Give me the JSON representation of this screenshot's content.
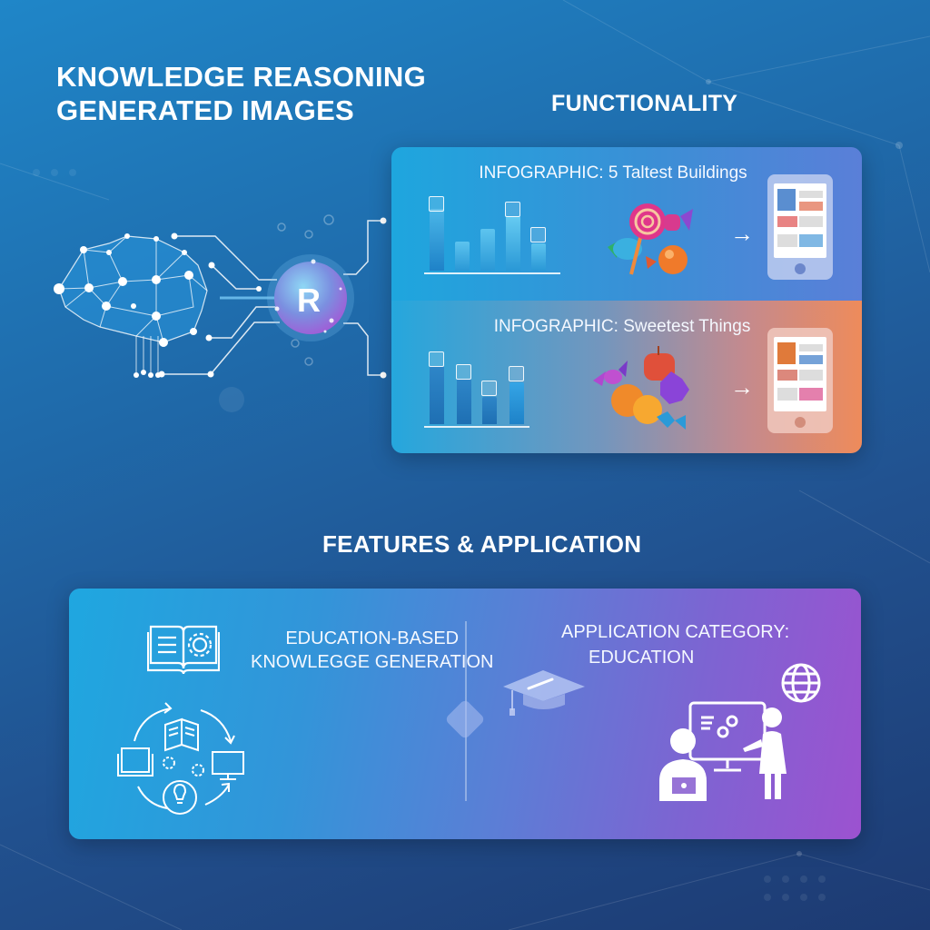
{
  "header": {
    "title_line1": "KNOWLEDGE REASONING",
    "title_line2": "GENERATED IMAGES"
  },
  "functionality": {
    "title": "FUNCTIONALITY",
    "rows": [
      {
        "label": "INFOGRAPHIC: 5 Taltest Buildings",
        "icons": [
          "bar-chart-icon",
          "candy-icon",
          "arrow-right-icon",
          "tablet-icon"
        ],
        "arrow": "→"
      },
      {
        "label": "INFOGRAPHIC: Sweetest Things",
        "icons": [
          "bar-chart-icon",
          "sweets-icon",
          "arrow-right-icon",
          "tablet-icon"
        ],
        "arrow": "→"
      }
    ]
  },
  "center_logo": {
    "letter": "R"
  },
  "features": {
    "title": "FEATURES & APPLICATION",
    "left": {
      "label_line1": "EDUCATION-BASED",
      "label_line2": "KNOWLEGGE GENERATION"
    },
    "right": {
      "label_line1": "APPLICATION CATEGORY:",
      "label_line2": "EDUCATION"
    }
  },
  "colors": {
    "bg_top": "#1f86c8",
    "bg_bottom": "#1d3a72",
    "panel_blue": "#1ea6de",
    "panel_orange": "#ee8b5b",
    "panel_purple": "#9c52d0"
  }
}
